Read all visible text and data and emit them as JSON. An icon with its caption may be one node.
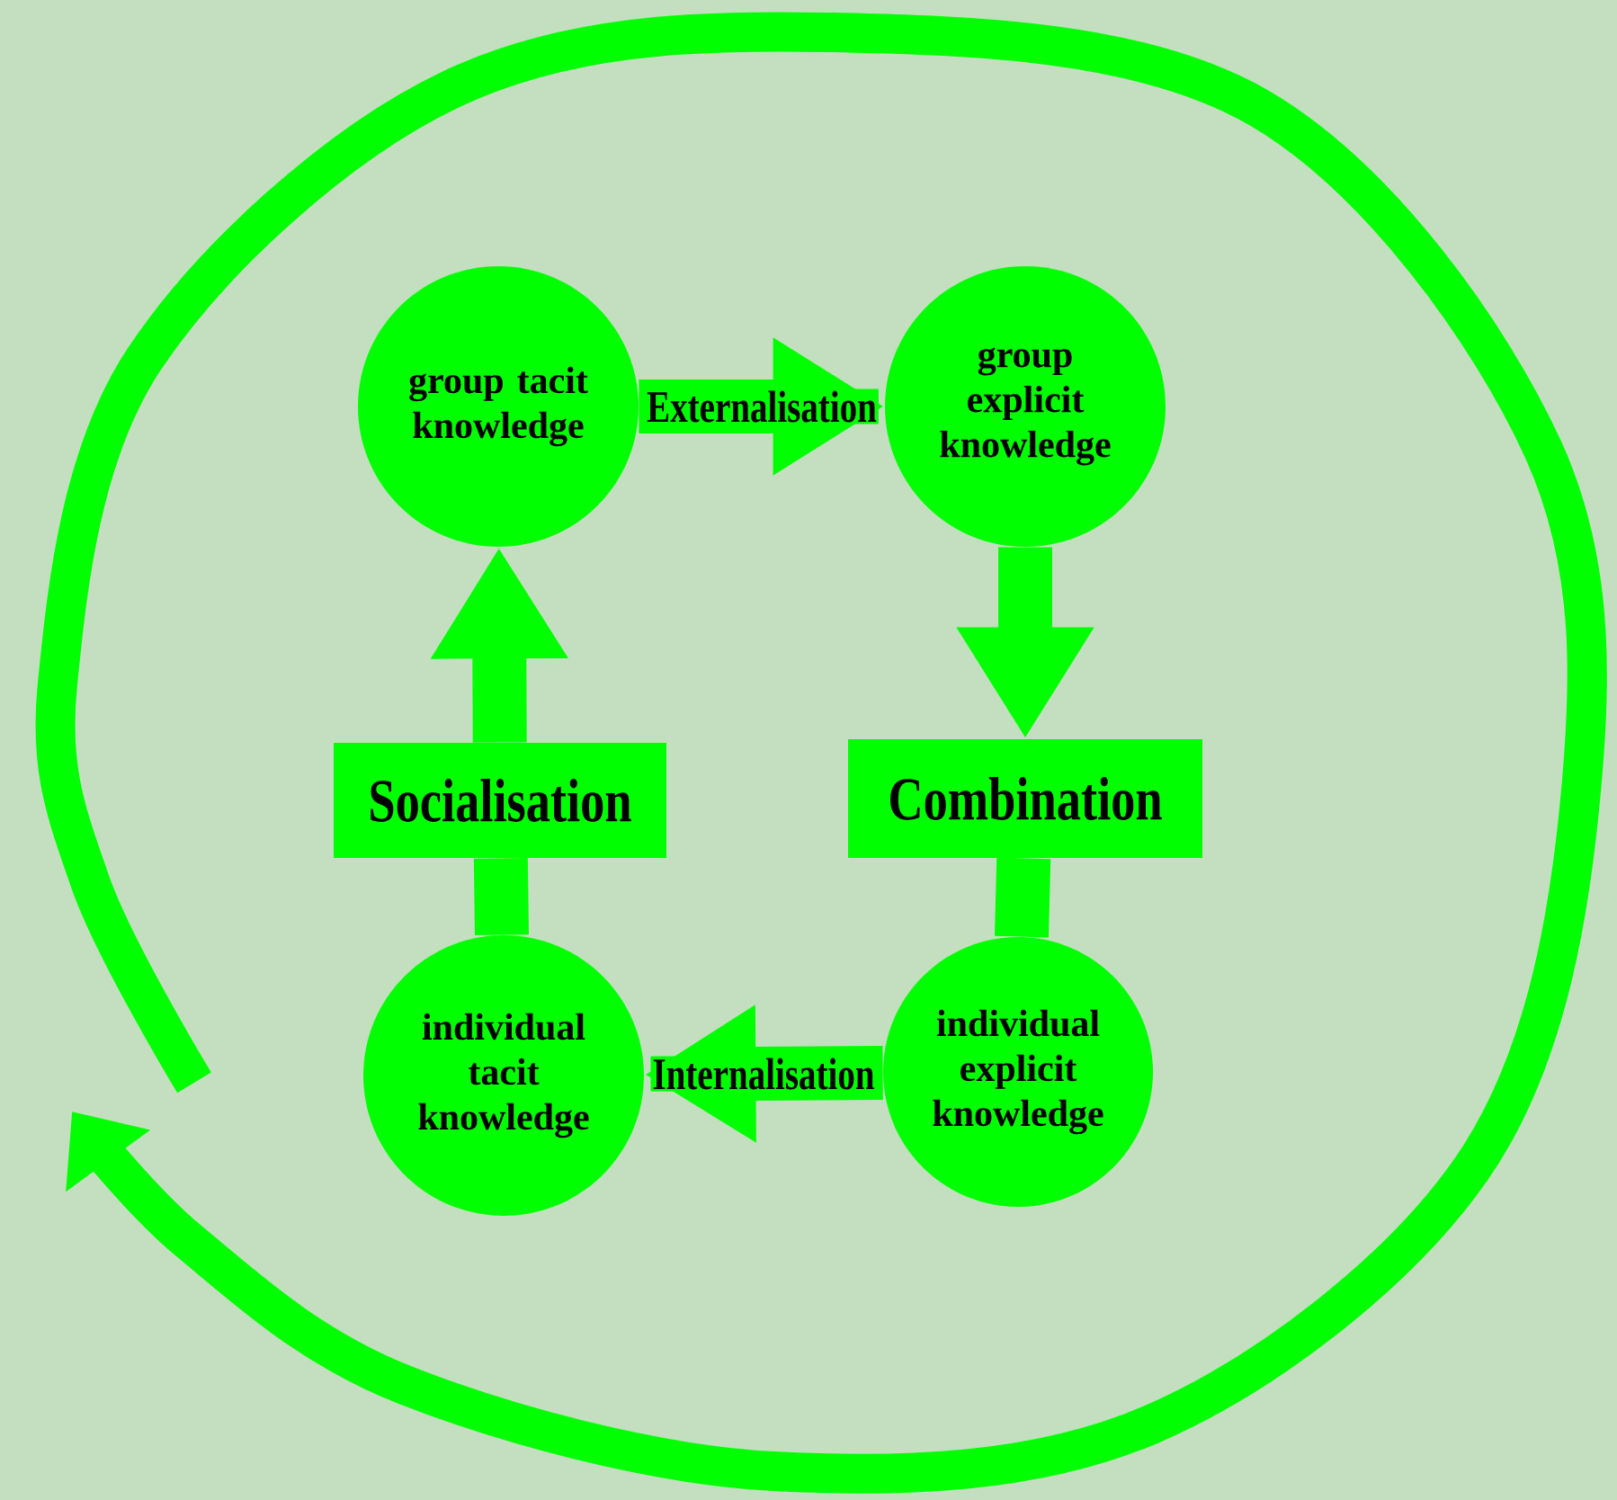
{
  "diagram": {
    "nodes": [
      {
        "text": [
          "group tacit knowledge"
        ]
      },
      {
        "text": [
          "group explicit knowledge"
        ]
      },
      {
        "text": [
          "individual tacit knowledge"
        ]
      },
      {
        "text": [
          "individual explicit knowledge"
        ]
      },
      {
        "text": [
          "Socialisation"
        ]
      },
      {
        "text": [
          "Combination"
        ]
      }
    ],
    "edges": [
      {
        "from": 0,
        "to": 1,
        "arrow": "to",
        "label": "Externalisation"
      },
      {
        "from": 1,
        "to": 5,
        "arrow": "to"
      },
      {
        "from": 5,
        "to": 3,
        "arrow": "none"
      },
      {
        "from": 3,
        "to": 2,
        "arrow": "to",
        "label": "Internalisation"
      },
      {
        "from": 2,
        "to": 4,
        "arrow": "none"
      },
      {
        "from": 4,
        "to": 0,
        "arrow": "to"
      }
    ]
  }
}
